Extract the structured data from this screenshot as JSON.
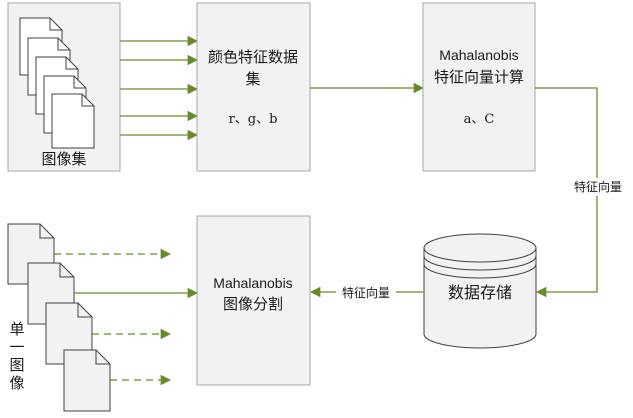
{
  "colors": {
    "box_fill": "#f2f2f2",
    "box_stroke": "#a6a6a6",
    "arrow": "#6a8a2a",
    "text": "#1a1a1a"
  },
  "image_set": {
    "label": "图像集"
  },
  "color_feature": {
    "line1": "颜色特征数据",
    "line2": "集",
    "params": "r、g、b"
  },
  "mahalanobis_calc": {
    "line1": "Mahalanobis",
    "line2": "特征向量计算",
    "params": "a、C"
  },
  "edge_label_right": "特征向量",
  "storage": {
    "label": "数据存储"
  },
  "edge_label_bottom": "特征向量",
  "segmentation": {
    "line1": "Mahalanobis",
    "line2": "图像分割"
  },
  "single_image": {
    "chars": [
      "单",
      "一",
      "图",
      "像"
    ]
  }
}
